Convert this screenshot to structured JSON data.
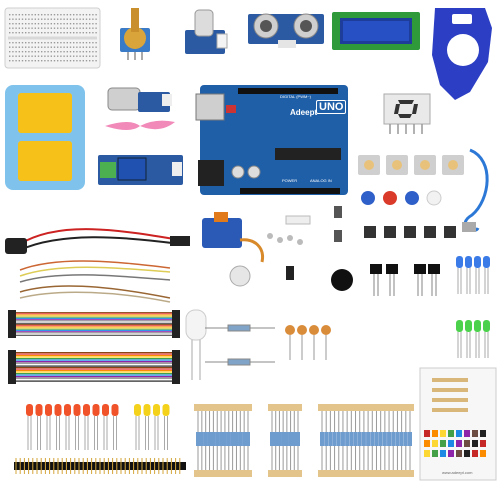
{
  "board": {
    "brand": "Adeept",
    "model": "UNO",
    "header_digital": "DIGITAL (PWM~)",
    "header_power": "POWER",
    "header_analog": "ANALOG IN"
  },
  "lcd_display": {
    "text": ""
  },
  "reference_card": {
    "footer": "www.adeept.com"
  },
  "colors": {
    "board_blue": "#1f5fa8",
    "breadboard": "#f2f2f2",
    "lcd_green": "#2f9a3a",
    "acrylic_blue": "#2c3fc4",
    "keypad_yellow": "#f6c21a",
    "keypad_frame": "#7fc3ec",
    "propeller_pink": "#f28ab9"
  }
}
